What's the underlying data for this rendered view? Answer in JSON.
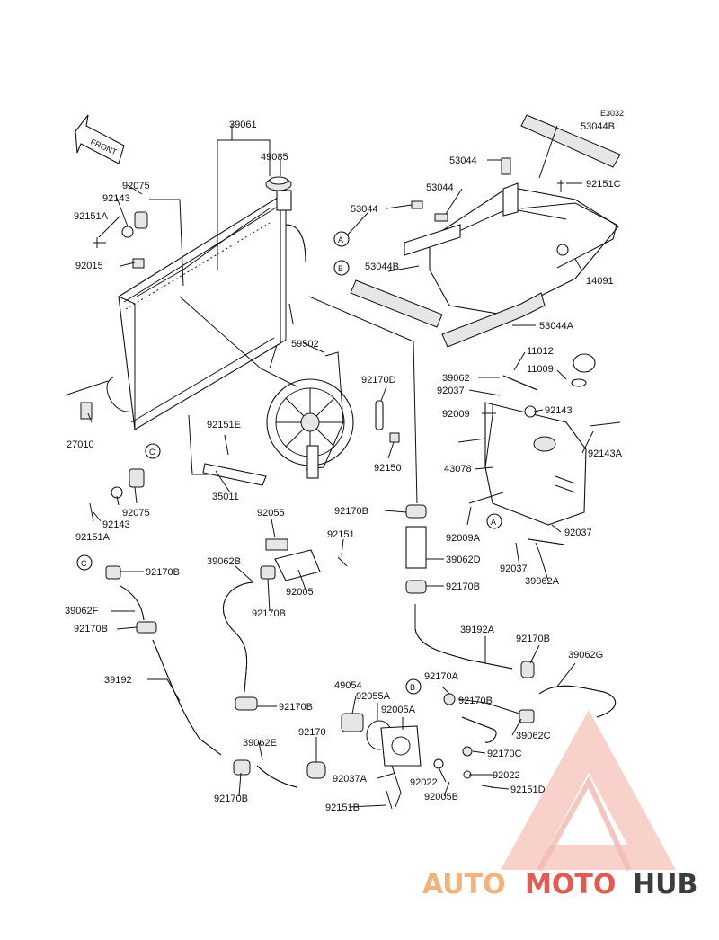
{
  "diagram_code": "E3032",
  "front_label": "FRONT",
  "callout_letters": [
    "A",
    "B",
    "C"
  ],
  "part_labels": [
    "39061",
    "49085",
    "92075",
    "92143",
    "92151A",
    "92015",
    "53044B",
    "53044",
    "92151C",
    "53044",
    "53044",
    "53044B",
    "14091",
    "53044A",
    "59502",
    "11012",
    "11009",
    "39062",
    "92037",
    "92170D",
    "92009",
    "92143",
    "27010",
    "92151E",
    "92150",
    "92143A",
    "43078",
    "35011",
    "92075",
    "92143",
    "92151A",
    "92170B",
    "92009A",
    "92037",
    "92055",
    "92151",
    "39062D",
    "92037",
    "39062A",
    "39062B",
    "92005",
    "92170B",
    "92170B",
    "92170B",
    "39062F",
    "92170B",
    "39192A",
    "92170B",
    "39062G",
    "39192",
    "49054",
    "92055A",
    "92005A",
    "92170A",
    "92170B",
    "92170B",
    "39062C",
    "92170",
    "39062E",
    "92170C",
    "92022",
    "92037A",
    "92022",
    "92151D",
    "92005B",
    "92170B",
    "92151B"
  ],
  "watermark": {
    "part1": "AUTO",
    "part2": "MOTO",
    "part3": "HUB"
  },
  "colors": {
    "watermark_orange": "#f3b27a",
    "watermark_red": "#e45a50",
    "watermark_dark": "#3c3c3c",
    "watermark_pale": "#f7c9c2"
  }
}
